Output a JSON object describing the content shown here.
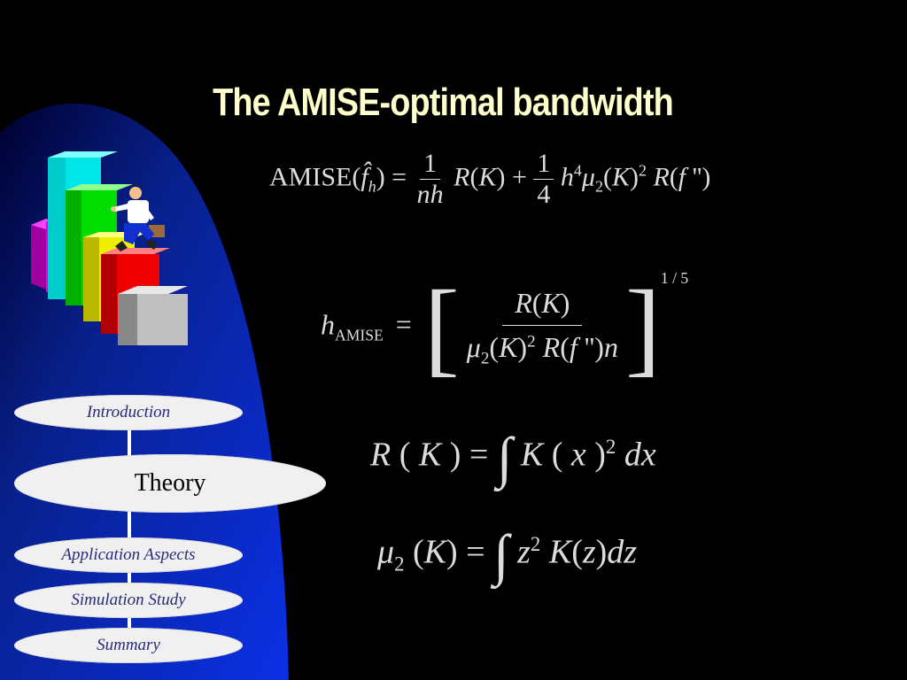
{
  "slide": {
    "title": "The AMISE-optimal bandwidth"
  },
  "nav": {
    "items": [
      {
        "label": "Introduction"
      },
      {
        "label": "Theory"
      },
      {
        "label": "Application Aspects"
      },
      {
        "label": "Simulation Study"
      },
      {
        "label": "Summary"
      }
    ],
    "active": "Theory"
  },
  "equations": {
    "amise_label": "AMISE",
    "h_amise_sub": "AMISE",
    "exponent": "1 / 5"
  },
  "colors": {
    "background": "#000000",
    "panel": "#0a2bd0",
    "title": "#ffffcc"
  }
}
